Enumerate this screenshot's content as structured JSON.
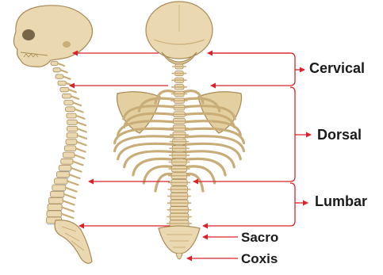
{
  "labels": {
    "cervical": "Cervical",
    "dorsal": "Dorsal",
    "lumbar": "Lumbar",
    "sacro": "Sacro",
    "coxis": "Coxis"
  },
  "colors": {
    "bone": "#ead9b0",
    "bone_shade": "#c9ad78",
    "bone_dark": "#a88a55",
    "disc": "#b8c8d4",
    "arrow": "#d9232a"
  },
  "icons": {
    "side_view": "side-spine-skeleton-icon",
    "back_view": "back-spine-skeleton-icon"
  }
}
